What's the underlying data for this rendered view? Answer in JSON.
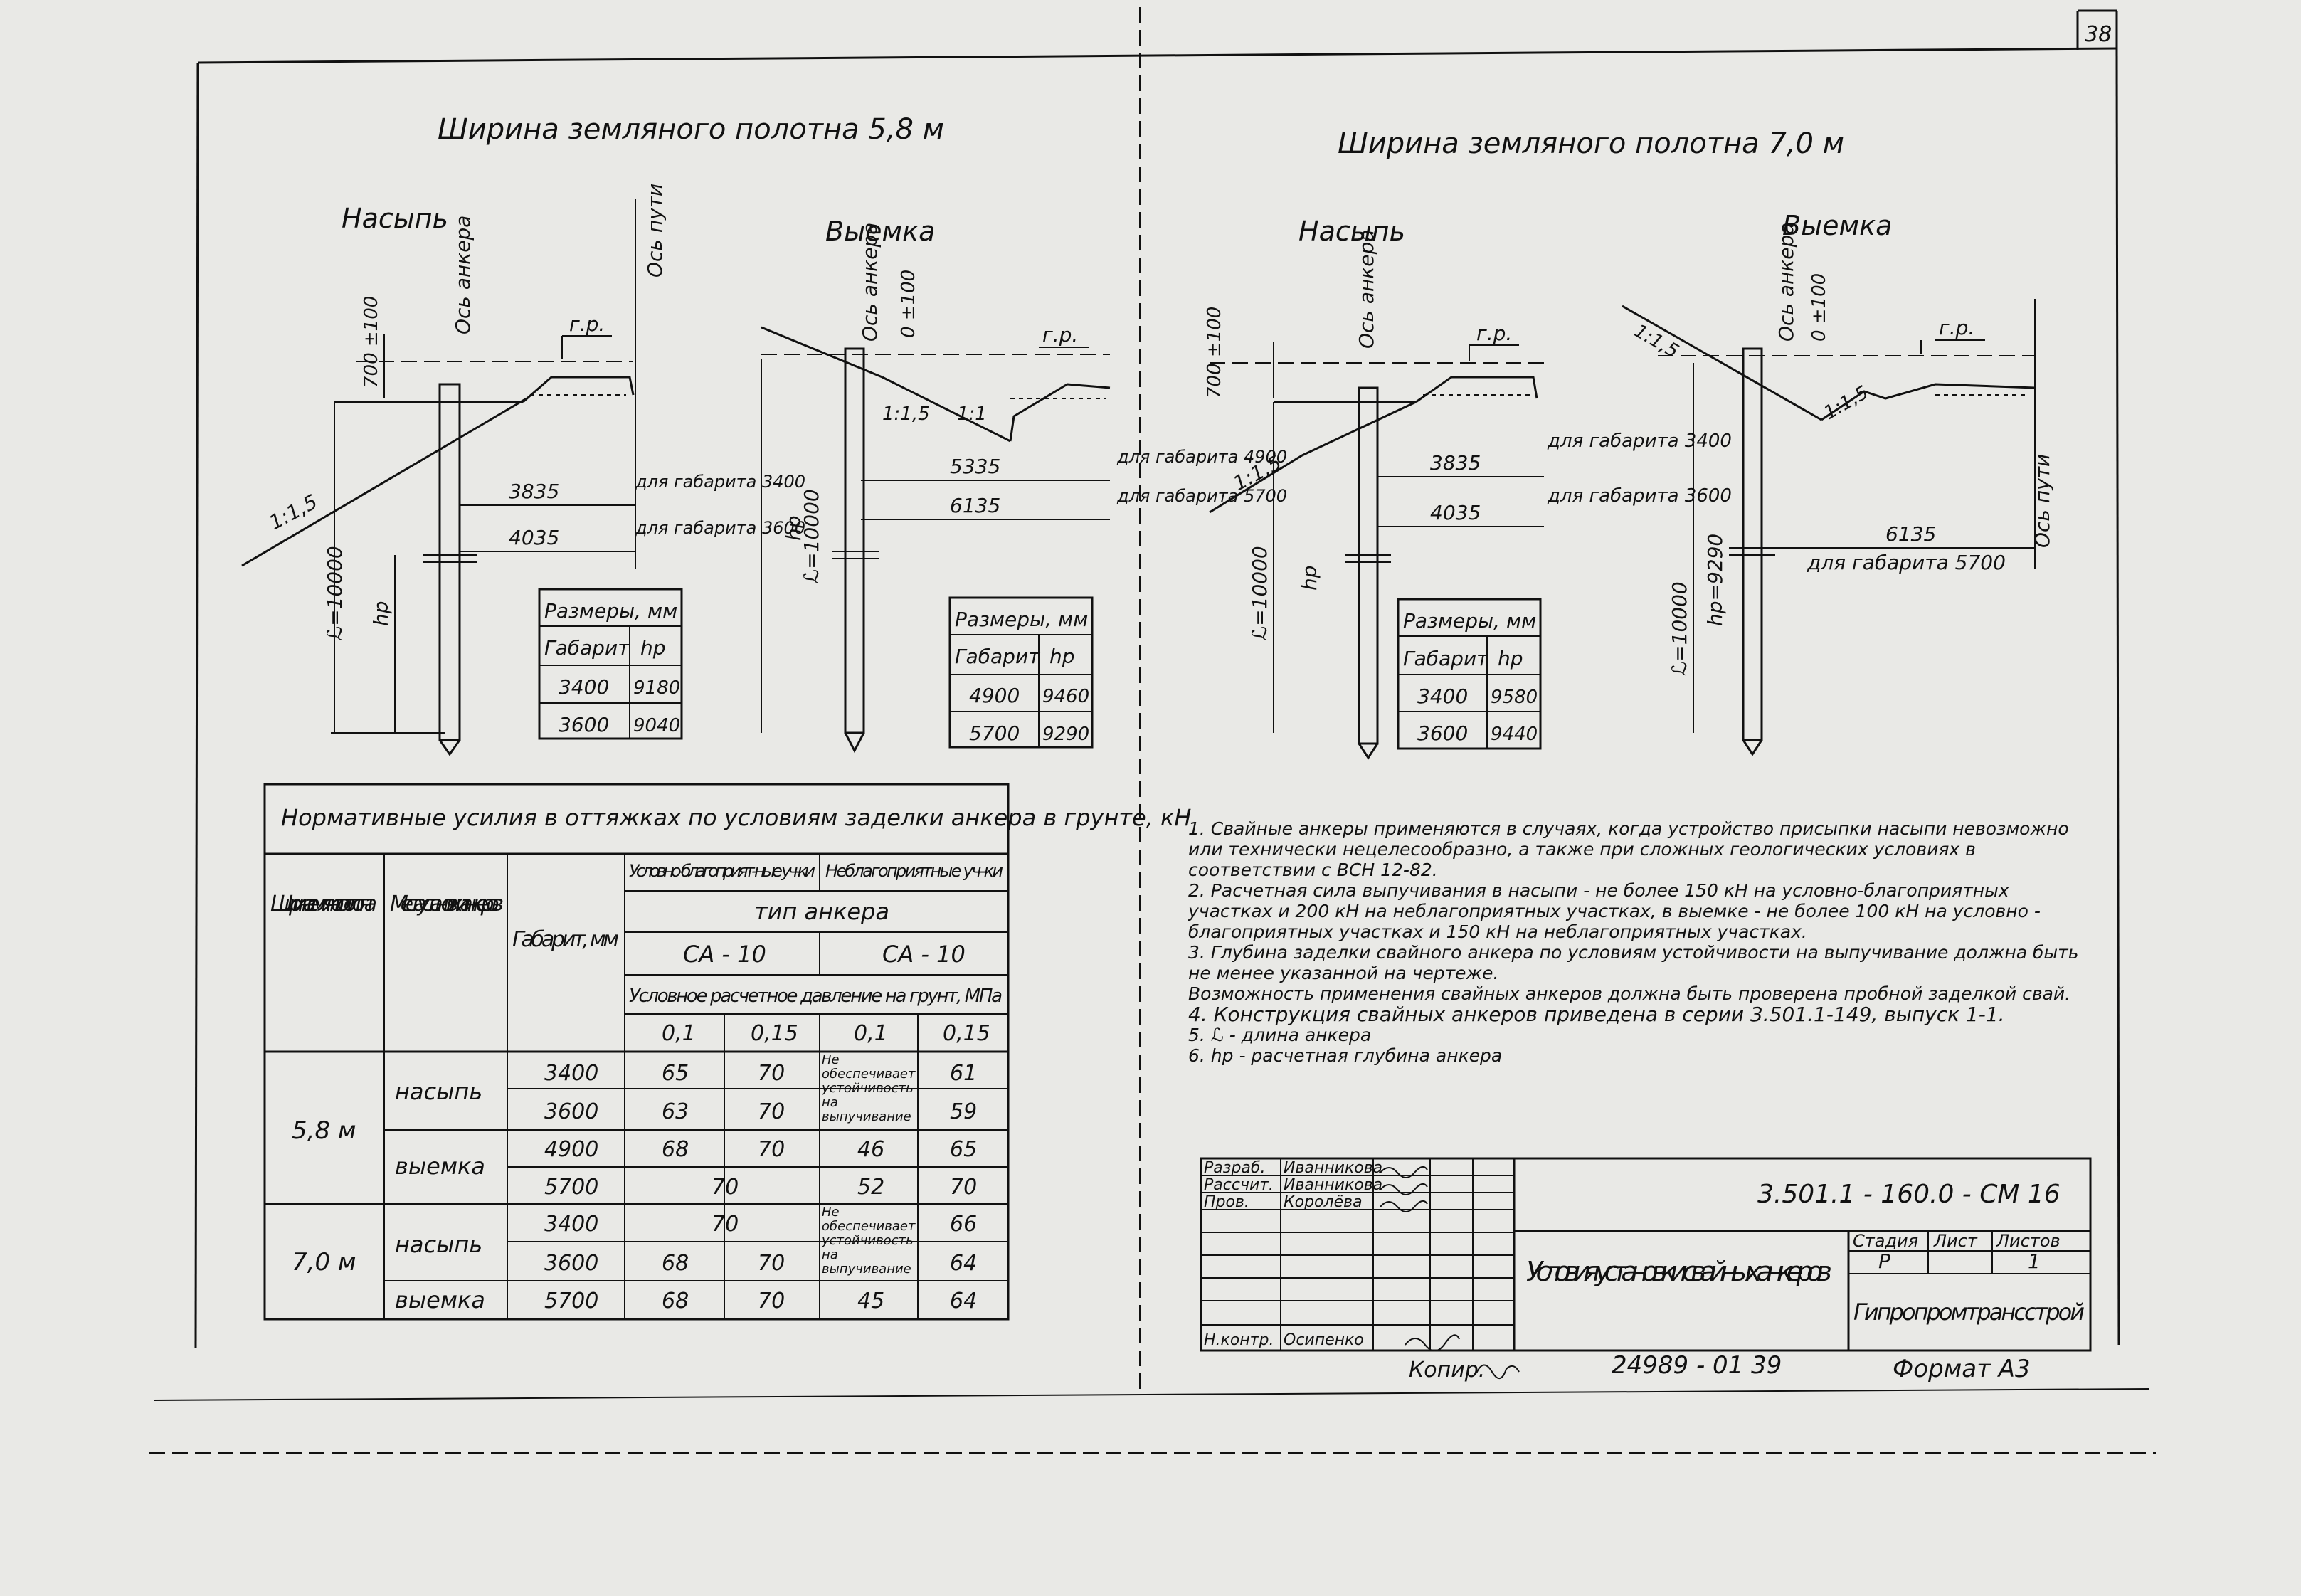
{
  "sheet": {
    "number": "38"
  },
  "headings": {
    "width_58": "Ширина земляного полотна 5,8 м",
    "width_70": "Ширина земляного полотна 7,0 м"
  },
  "sections": [
    {
      "title": "Насыпь",
      "slope": "1:1,5",
      "axis_anchor": "Ось анкера",
      "axis_track": "Ось пути",
      "height_mark": "700 ±100",
      "rail_level": "г.р.",
      "anchor_length": "ℒ=10000",
      "depth_label": "hp",
      "dims": [
        {
          "value": "3835",
          "caption": "для габарита 3400"
        },
        {
          "value": "4035",
          "caption": "для габарита 3600"
        }
      ],
      "table": {
        "title": "Размеры, мм",
        "col1": "Габарит",
        "col2": "hp",
        "rows": [
          [
            "3400",
            "9180"
          ],
          [
            "3600",
            "9040"
          ]
        ]
      }
    },
    {
      "title": "Выемка",
      "slope": "1:1,5",
      "slope2": "1:1",
      "axis_anchor": "Ось анкера",
      "height_mark": "0 ±100",
      "rail_level": "г.р.",
      "anchor_length": "ℒ=10000",
      "depth_label": "hp",
      "dims": [
        {
          "value": "5335",
          "caption": "для габарита 4900"
        },
        {
          "value": "6135",
          "caption": "для габарита 5700"
        }
      ],
      "table": {
        "title": "Размеры, мм",
        "col1": "Габарит",
        "col2": "hp",
        "rows": [
          [
            "4900",
            "9460"
          ],
          [
            "5700",
            "9290"
          ]
        ]
      }
    },
    {
      "title": "Насыпь",
      "slope": "1:1,5",
      "axis_anchor": "Ось анкера",
      "height_mark": "700 ±100",
      "rail_level": "г.р.",
      "anchor_length": "ℒ=10000",
      "depth_label": "hp",
      "dims": [
        {
          "value": "3835",
          "caption": "для габарита 3400"
        },
        {
          "value": "4035",
          "caption": "для габарита 3600"
        }
      ],
      "table": {
        "title": "Размеры, мм",
        "col1": "Габарит",
        "col2": "hp",
        "rows": [
          [
            "3400",
            "9580"
          ],
          [
            "3600",
            "9440"
          ]
        ]
      }
    },
    {
      "title": "Выемка",
      "slope": "1:1,5",
      "slope2": "1:1,5",
      "axis_anchor": "Ось анкера",
      "axis_track": "Ось пути",
      "height_mark": "0 ±100",
      "rail_level": "г.р.",
      "anchor_length": "ℒ=10000",
      "depth_label": "hp=9290",
      "dims": [
        {
          "value": "6135",
          "caption": "для габарита 5700"
        }
      ]
    }
  ],
  "main_table": {
    "title": "Нормативные усилия в оттяжках по условиям заделки анкера в грунте, кН",
    "h_width": "Ширина земляного полотна",
    "h_place": "Места установки анкеров",
    "h_gabarit": "Габарит, мм",
    "h_fav": "Условно-благоприят-ные уч-ки",
    "h_unfav": "Неблагоприятные уч-ки",
    "h_type": "тип анкера",
    "h_ca1": "СА - 10",
    "h_ca2": "СА - 10",
    "h_pressure": "Условное расчетное давление на грунт, МПа",
    "p1": "0,1",
    "p2": "0,15",
    "p3": "0,1",
    "p4": "0,15",
    "w58": "5,8 м",
    "w70": "7,0 м",
    "nasyp": "насыпь",
    "vyemka": "выемка",
    "r1": [
      "3400",
      "65",
      "70",
      "61"
    ],
    "r2": [
      "3600",
      "63",
      "70",
      "59"
    ],
    "r3": [
      "4900",
      "68",
      "70",
      "46",
      "65"
    ],
    "r4": [
      "5700",
      "70",
      "52",
      "70"
    ],
    "r5": [
      "3400",
      "70",
      "66"
    ],
    "r6": [
      "3600",
      "68",
      "70",
      "64"
    ],
    "r7": [
      "5700",
      "68",
      "70",
      "45",
      "64"
    ],
    "note_a": "Не обеспечивается устойчивость на выпучивание",
    "note_b": "Не обеспечивается устойчивость на выпучивание"
  },
  "notes": [
    "1. Свайные анкеры применяются в случаях, когда устройство присыпки насыпи невозможно или технически нецелесообразно, а также при сложных геологических условиях в соответствии с ВСН 12-82.",
    "2. Расчетная сила выпучивания в насыпи - не более 150 кН на условно-благоприятных участках и 200 кН на неблагоприятных участках, в выемке - не более 100 кН на условно - благоприятных участках и 150 кН на неблагоприятных участках.",
    "3. Глубина заделки свайного анкера по условиям устойчивости на выпучивание должна быть не менее указанной на чертеже.",
    "Возможность применения свайных анкеров должна быть проверена пробной заделкой свай.",
    "4. Конструкция свайных анкеров приведена в серии 3.501.1-149, выпуск 1-1.",
    "5. ℒ - длина анкера",
    "6. hp - расчетная глубина анкера"
  ],
  "stamp": {
    "rows": [
      [
        "Разраб.",
        "Иванникова"
      ],
      [
        "Рассчит.",
        "Иванникова"
      ],
      [
        "Пров.",
        "Королёва"
      ],
      [
        "Н.контр.",
        "Осипенко"
      ]
    ],
    "code": "3.501.1 - 160.0 - СМ 16",
    "title": "Условия установки свайных анкеров",
    "h_stage": "Стадия",
    "h_sheet": "Лист",
    "h_sheets": "Листов",
    "stage": "Р",
    "sheet": "1",
    "org": "Гипропромтрансстрой"
  },
  "footer": {
    "copied": "Копир.",
    "inventory": "24989 - 01 39",
    "format": "Формат А3"
  },
  "colors": {
    "paper": "#e9e9e6",
    "ink": "#111111"
  }
}
